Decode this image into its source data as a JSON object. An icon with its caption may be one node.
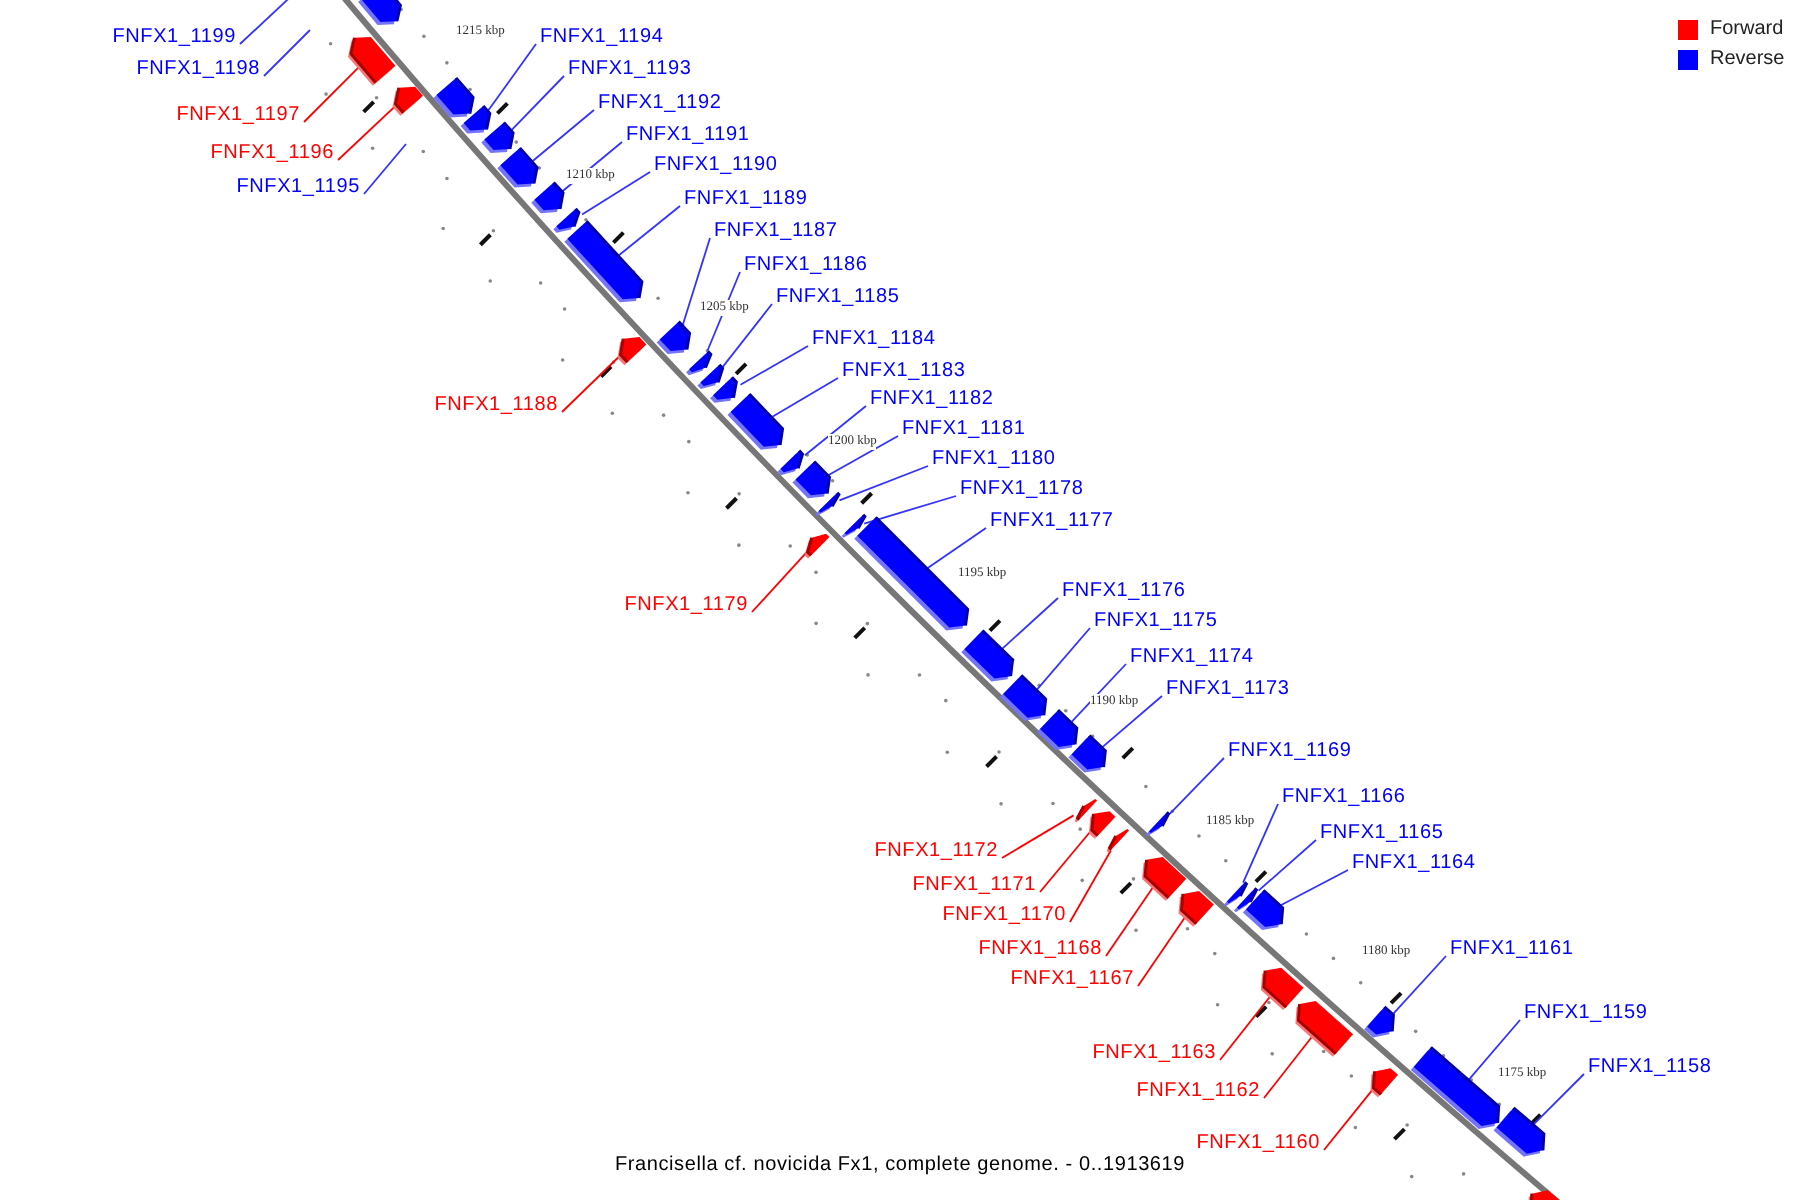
{
  "diagram": {
    "caption": "Francisella cf. novicida Fx1, complete genome. - 0..1913619",
    "nodes": [
      {
        "text": [],
        "shape": "arrow"
      },
      {
        "text": [
          "FNFX1_1199"
        ]
      },
      {
        "text": [
          "FNFX1_1198"
        ]
      },
      {
        "text": [
          "FNFX1_1197"
        ]
      },
      {
        "text": [],
        "shape": "arrow"
      },
      {
        "text": [
          "FNFX1_1196"
        ]
      },
      {
        "text": [],
        "shape": "arrow"
      },
      {
        "text": [
          "FNFX1_1195"
        ]
      },
      {
        "text": [],
        "shape": "arrow"
      },
      {
        "text": [
          "FNFX1_1194"
        ]
      },
      {
        "text": [],
        "shape": "arrow"
      },
      {
        "text": [
          "FNFX1_1193"
        ]
      },
      {
        "text": [],
        "shape": "arrow"
      },
      {
        "text": [
          "FNFX1_1192"
        ]
      },
      {
        "text": [],
        "shape": "arrow"
      },
      {
        "text": [
          "FNFX1_1191"
        ]
      },
      {
        "text": [],
        "shape": "arrow"
      },
      {
        "text": [
          "FNFX1_1190"
        ]
      },
      {
        "text": [],
        "shape": "arrow"
      },
      {
        "text": [
          "FNFX1_1189"
        ]
      },
      {
        "text": [],
        "shape": "arrow"
      },
      {
        "text": [
          "FNFX1_1188"
        ]
      },
      {
        "text": [],
        "shape": "arrow"
      },
      {
        "text": [
          "FNFX1_1187"
        ]
      },
      {
        "text": [],
        "shape": "arrow"
      },
      {
        "text": [
          "FNFX1_1186"
        ]
      },
      {
        "text": [],
        "shape": "arrow"
      },
      {
        "text": [
          "FNFX1_1185"
        ]
      },
      {
        "text": [],
        "shape": "arrow"
      },
      {
        "text": [
          "FNFX1_1184"
        ]
      },
      {
        "text": [],
        "shape": "arrow"
      },
      {
        "text": [
          "FNFX1_1183"
        ]
      },
      {
        "text": [],
        "shape": "arrow"
      },
      {
        "text": [
          "FNFX1_1182"
        ]
      },
      {
        "text": [],
        "shape": "arrow"
      },
      {
        "text": [
          "FNFX1_1181"
        ]
      },
      {
        "text": [],
        "shape": "arrow"
      },
      {
        "text": [
          "FNFX1_1180"
        ]
      },
      {
        "text": [],
        "shape": "arrow"
      },
      {
        "text": [
          "FNFX1_1179"
        ]
      },
      {
        "text": [],
        "shape": "arrow"
      },
      {
        "text": [
          "FNFX1_1178"
        ]
      },
      {
        "text": [],
        "shape": "arrow"
      },
      {
        "text": [
          "FNFX1_1177"
        ]
      },
      {
        "text": [],
        "shape": "arrow"
      },
      {
        "text": [
          "FNFX1_1176"
        ]
      },
      {
        "text": [],
        "shape": "arrow"
      },
      {
        "text": [
          "FNFX1_1175"
        ]
      },
      {
        "text": [],
        "shape": "arrow"
      },
      {
        "text": [
          "FNFX1_1174"
        ]
      },
      {
        "text": [],
        "shape": "arrow"
      },
      {
        "text": [
          "FNFX1_1173"
        ]
      },
      {
        "text": [],
        "shape": "arrow"
      },
      {
        "text": [
          "FNFX1_1172"
        ]
      },
      {
        "text": [],
        "shape": "arrow"
      },
      {
        "text": [
          "FNFX1_1171"
        ]
      },
      {
        "text": [],
        "shape": "arrow"
      },
      {
        "text": [
          "FNFX1_1170"
        ]
      },
      {
        "text": [],
        "shape": "arrow"
      },
      {
        "text": [
          "FNFX1_1169"
        ]
      },
      {
        "text": [],
        "shape": "arrow"
      },
      {
        "text": [
          "FNFX1_1168"
        ]
      },
      {
        "text": [],
        "shape": "arrow"
      },
      {
        "text": [
          "FNFX1_1167"
        ]
      },
      {
        "text": [],
        "shape": "arrow"
      },
      {
        "text": [
          "FNFX1_1166"
        ]
      },
      {
        "text": [],
        "shape": "arrow"
      },
      {
        "text": [
          "FNFX1_1165"
        ]
      },
      {
        "text": [],
        "shape": "arrow"
      },
      {
        "text": [
          "FNFX1_1164"
        ]
      },
      {
        "text": [],
        "shape": "arrow"
      },
      {
        "text": [
          "FNFX1_1163"
        ]
      },
      {
        "text": [],
        "shape": "arrow"
      },
      {
        "text": [
          "FNFX1_1162"
        ]
      },
      {
        "text": [],
        "shape": "arrow"
      },
      {
        "text": [
          "FNFX1_1161"
        ]
      },
      {
        "text": [],
        "shape": "arrow"
      },
      {
        "text": [
          "FNFX1_1160"
        ]
      },
      {
        "text": [],
        "shape": "arrow"
      },
      {
        "text": [
          "FNFX1_1159"
        ]
      },
      {
        "text": [],
        "shape": "arrow"
      },
      {
        "text": [
          "FNFX1_1158"
        ]
      },
      {
        "text": [],
        "shape": "arrow"
      },
      {
        "text": [],
        "shape": "arrow"
      }
    ],
    "edges": [
      {
        "from": 1,
        "to": null,
        "arrow": "none"
      },
      {
        "from": 2,
        "to": null,
        "arrow": "none"
      },
      {
        "from": 3,
        "to": 4,
        "arrow": "none",
        "color": "#ff0000"
      },
      {
        "from": 5,
        "to": 6,
        "arrow": "none",
        "color": "#ff0000"
      },
      {
        "from": 7,
        "to": null,
        "arrow": "none"
      },
      {
        "from": 9,
        "to": 10,
        "arrow": "none"
      },
      {
        "from": 11,
        "to": 12,
        "arrow": "none"
      },
      {
        "from": 13,
        "to": 14,
        "arrow": "none"
      },
      {
        "from": 15,
        "to": 16,
        "arrow": "none"
      },
      {
        "from": 17,
        "to": 18,
        "arrow": "none"
      },
      {
        "from": 19,
        "to": 20,
        "arrow": "none"
      },
      {
        "from": 21,
        "to": 22,
        "arrow": "none",
        "color": "#ff0000"
      },
      {
        "from": 23,
        "to": 24,
        "arrow": "none"
      },
      {
        "from": 25,
        "to": 26,
        "arrow": "none"
      },
      {
        "from": 27,
        "to": 28,
        "arrow": "none"
      },
      {
        "from": 29,
        "to": 30,
        "arrow": "none"
      },
      {
        "from": 31,
        "to": 32,
        "arrow": "none"
      },
      {
        "from": 33,
        "to": 34,
        "arrow": "none"
      },
      {
        "from": 35,
        "to": 36,
        "arrow": "none"
      },
      {
        "from": 37,
        "to": 38,
        "arrow": "none"
      },
      {
        "from": 39,
        "to": 40,
        "arrow": "none",
        "color": "#ff0000"
      },
      {
        "from": 41,
        "to": 42,
        "arrow": "none"
      },
      {
        "from": 43,
        "to": 44,
        "arrow": "none"
      },
      {
        "from": 45,
        "to": 46,
        "arrow": "none"
      },
      {
        "from": 47,
        "to": 48,
        "arrow": "none"
      },
      {
        "from": 49,
        "to": 50,
        "arrow": "none"
      },
      {
        "from": 51,
        "to": 52,
        "arrow": "none"
      },
      {
        "from": 53,
        "to": 54,
        "arrow": "none",
        "color": "#ff0000"
      },
      {
        "from": 55,
        "to": 56,
        "arrow": "none",
        "color": "#ff0000"
      },
      {
        "from": 57,
        "to": 58,
        "arrow": "none",
        "color": "#ff0000"
      },
      {
        "from": 59,
        "to": 60,
        "arrow": "none"
      },
      {
        "from": 61,
        "to": 62,
        "arrow": "none",
        "color": "#ff0000"
      },
      {
        "from": 63,
        "to": 64,
        "arrow": "none",
        "color": "#ff0000"
      },
      {
        "from": 65,
        "to": 66,
        "arrow": "none"
      },
      {
        "from": 67,
        "to": 68,
        "arrow": "none"
      },
      {
        "from": 69,
        "to": 70,
        "arrow": "none"
      },
      {
        "from": 71,
        "to": 72,
        "arrow": "none",
        "color": "#ff0000"
      },
      {
        "from": 73,
        "to": 74,
        "arrow": "none",
        "color": "#ff0000"
      },
      {
        "from": 75,
        "to": 76,
        "arrow": "none"
      },
      {
        "from": 77,
        "to": 78,
        "arrow": "none",
        "color": "#ff0000"
      },
      {
        "from": 79,
        "to": 80,
        "arrow": "none"
      },
      {
        "from": 81,
        "to": 82,
        "arrow": "none"
      }
    ],
    "labels": [
      "1215 kbp",
      "1210 kbp",
      "1205 kbp",
      "1200 kbp",
      "1195 kbp",
      "1190 kbp",
      "1185 kbp",
      "1180 kbp",
      "1175 kbp"
    ],
    "legend": [
      {
        "text": "Forward",
        "color": "#ff0000"
      },
      {
        "text": "Reverse",
        "color": "#0000ff"
      }
    ]
  }
}
